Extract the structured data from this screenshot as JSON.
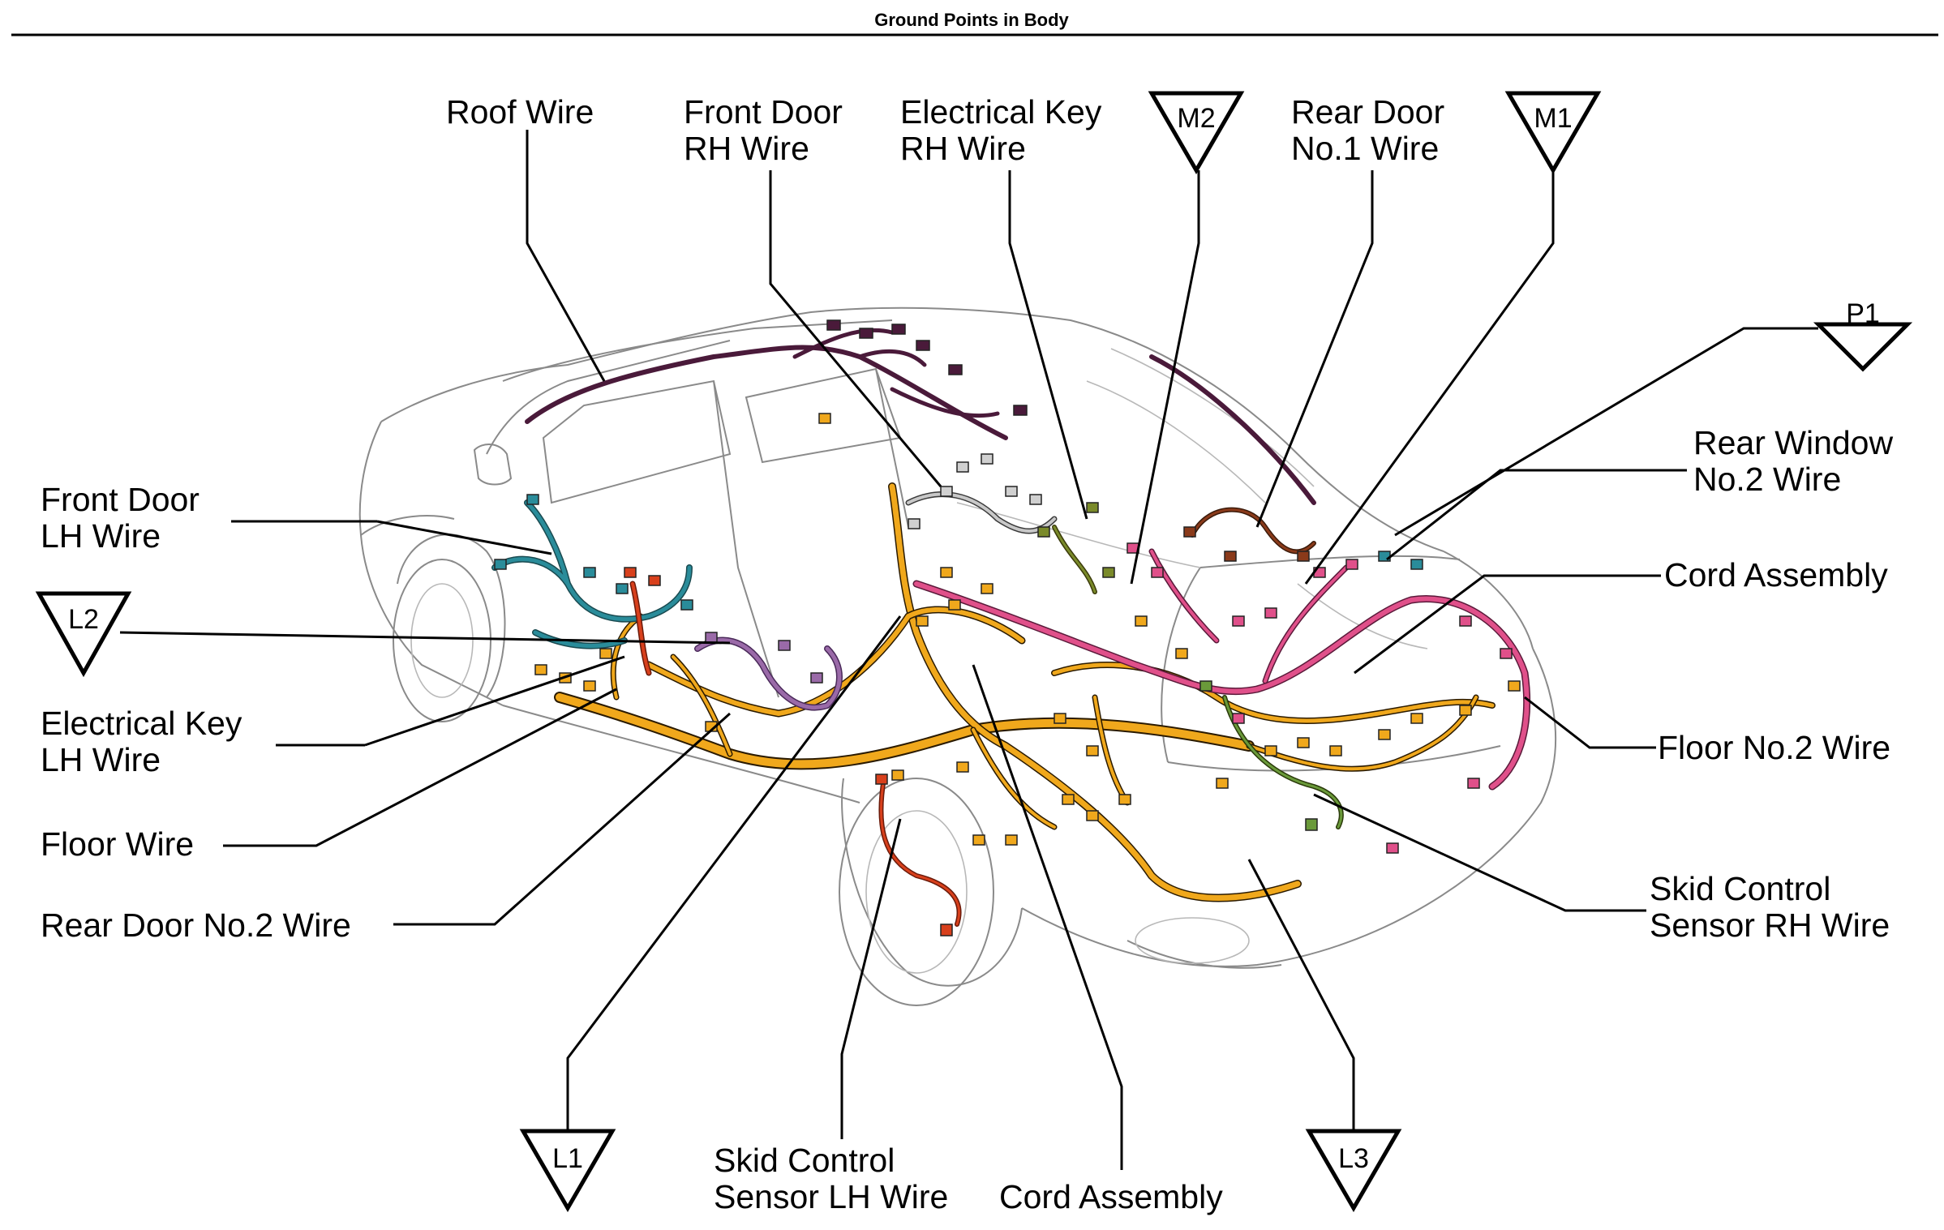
{
  "title": "Ground Points in Body",
  "labels": {
    "roof_wire": "Roof Wire",
    "front_door_rh_1": "Front Door",
    "front_door_rh_2": "RH Wire",
    "elec_key_rh_1": "Electrical Key",
    "elec_key_rh_2": "RH Wire",
    "rear_door_no1_1": "Rear Door",
    "rear_door_no1_2": "No.1 Wire",
    "rear_window_no2_1": "Rear Window",
    "rear_window_no2_2": "No.2 Wire",
    "cord_assembly_right": "Cord Assembly",
    "floor_no2_wire": "Floor No.2 Wire",
    "skid_rh_1": "Skid Control",
    "skid_rh_2": "Sensor RH Wire",
    "front_door_lh_1": "Front Door",
    "front_door_lh_2": "LH Wire",
    "elec_key_lh_1": "Electrical Key",
    "elec_key_lh_2": "LH Wire",
    "floor_wire": "Floor Wire",
    "rear_door_no2_wire": "Rear Door No.2 Wire",
    "skid_lh_1": "Skid Control",
    "skid_lh_2": "Sensor LH Wire",
    "cord_assembly_bottom": "Cord Assembly"
  },
  "ground_points": {
    "m2": "M2",
    "m1": "M1",
    "p1": "P1",
    "l2": "L2",
    "l1": "L1",
    "l3": "L3"
  },
  "colors": {
    "floor_wire": "#f0a81c",
    "roof_wire": "#4a1a3a",
    "pink_wire": "#e0508a",
    "teal_wire": "#2a8c9a",
    "purple_wire": "#9a6aa8",
    "red_wire": "#d8401c",
    "brown_wire": "#8a3a1a",
    "gray_wire": "#8a8a8a",
    "olive_wire": "#7a8a2a",
    "green_wire": "#6a9a3a"
  }
}
